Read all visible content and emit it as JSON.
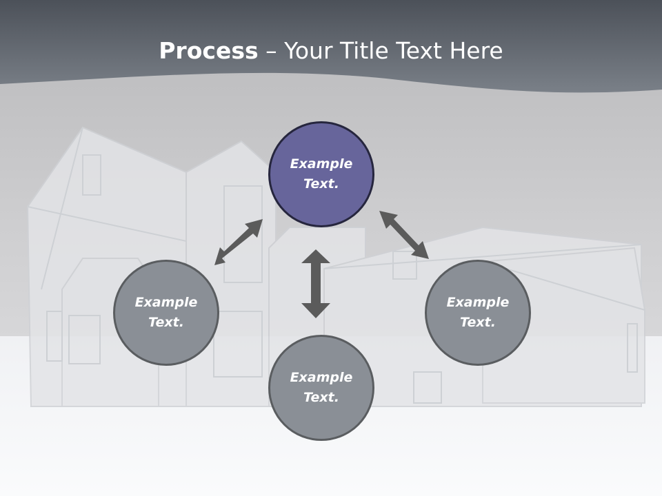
{
  "slide": {
    "title_bold": "Process",
    "title_rest": " – Your Title Text Here"
  },
  "nodes": {
    "top": "Example\nText.",
    "left": "Example\nText.",
    "right": "Example\nText.",
    "bottom": "Example\nText."
  },
  "colors": {
    "header": "#686e76",
    "node_accent": "#67659b",
    "node_gray": "#8a8f96",
    "arrow": "#5b5b5b"
  }
}
